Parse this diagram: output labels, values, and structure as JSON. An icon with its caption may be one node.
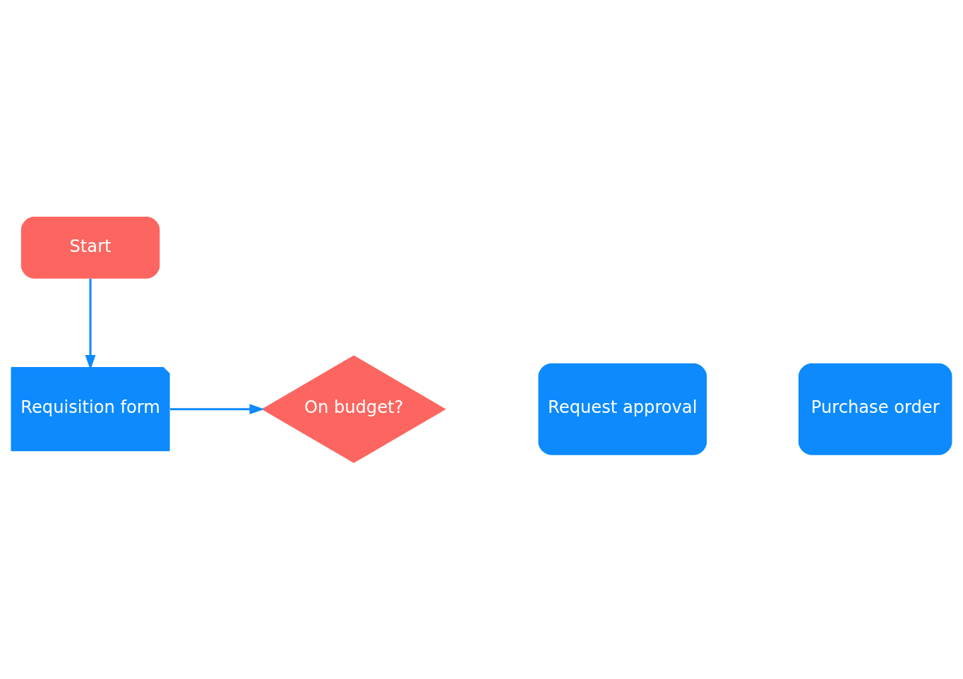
{
  "diagram": {
    "nodes": [
      {
        "text": [
          "Start"
        ]
      },
      {
        "text": [
          "Requisition form"
        ]
      },
      {
        "text": [
          "On budget?"
        ]
      },
      {
        "text": [
          "Request approval"
        ]
      },
      {
        "text": [
          "Purchase order"
        ]
      }
    ],
    "edges": [
      {
        "from": 0,
        "to": 1,
        "arrow": "to"
      },
      {
        "from": 1,
        "to": 2,
        "arrow": "to"
      }
    ]
  }
}
